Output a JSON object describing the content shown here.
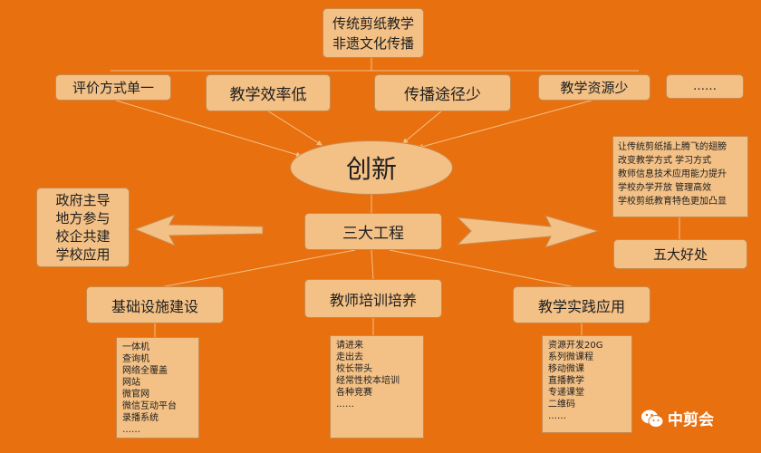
{
  "top": {
    "line1": "传统剪纸教学",
    "line2": "非遗文化传播"
  },
  "problems": [
    "评价方式单一",
    "教学效率低",
    "传播途径少",
    "教学资源少",
    "……"
  ],
  "center": "创新",
  "engineering": "三大工程",
  "left_box": [
    "政府主导",
    "地方参与",
    "校企共建",
    "学校应用"
  ],
  "right_list": [
    "让传统剪纸插上腾飞的翅膀",
    "改变教学方式  学习方式",
    "教师信息技术应用能力提升",
    "学校办学开放  管理高效",
    "学校剪纸教育特色更加凸显"
  ],
  "benefits": "五大好处",
  "projects": [
    "基础设施建设",
    "教师培训培养",
    "教学实践应用"
  ],
  "infra_items": [
    "一体机",
    "查询机",
    "网络全覆盖",
    "网站",
    "微官网",
    "微信互动平台",
    "录播系统",
    "……"
  ],
  "training_items": [
    "请进来",
    "走出去",
    "校长带头",
    "经常性校本培训",
    "各种竞赛",
    "……"
  ],
  "practice_items": [
    "资源开发20G",
    "系列微课程",
    "移动微课",
    "直播教学",
    "专递课堂",
    "二维码",
    "……"
  ],
  "watermark": "中剪会",
  "colors": {
    "background": "#e9700f",
    "box": "#f3c086",
    "border": "#c98a4c"
  }
}
